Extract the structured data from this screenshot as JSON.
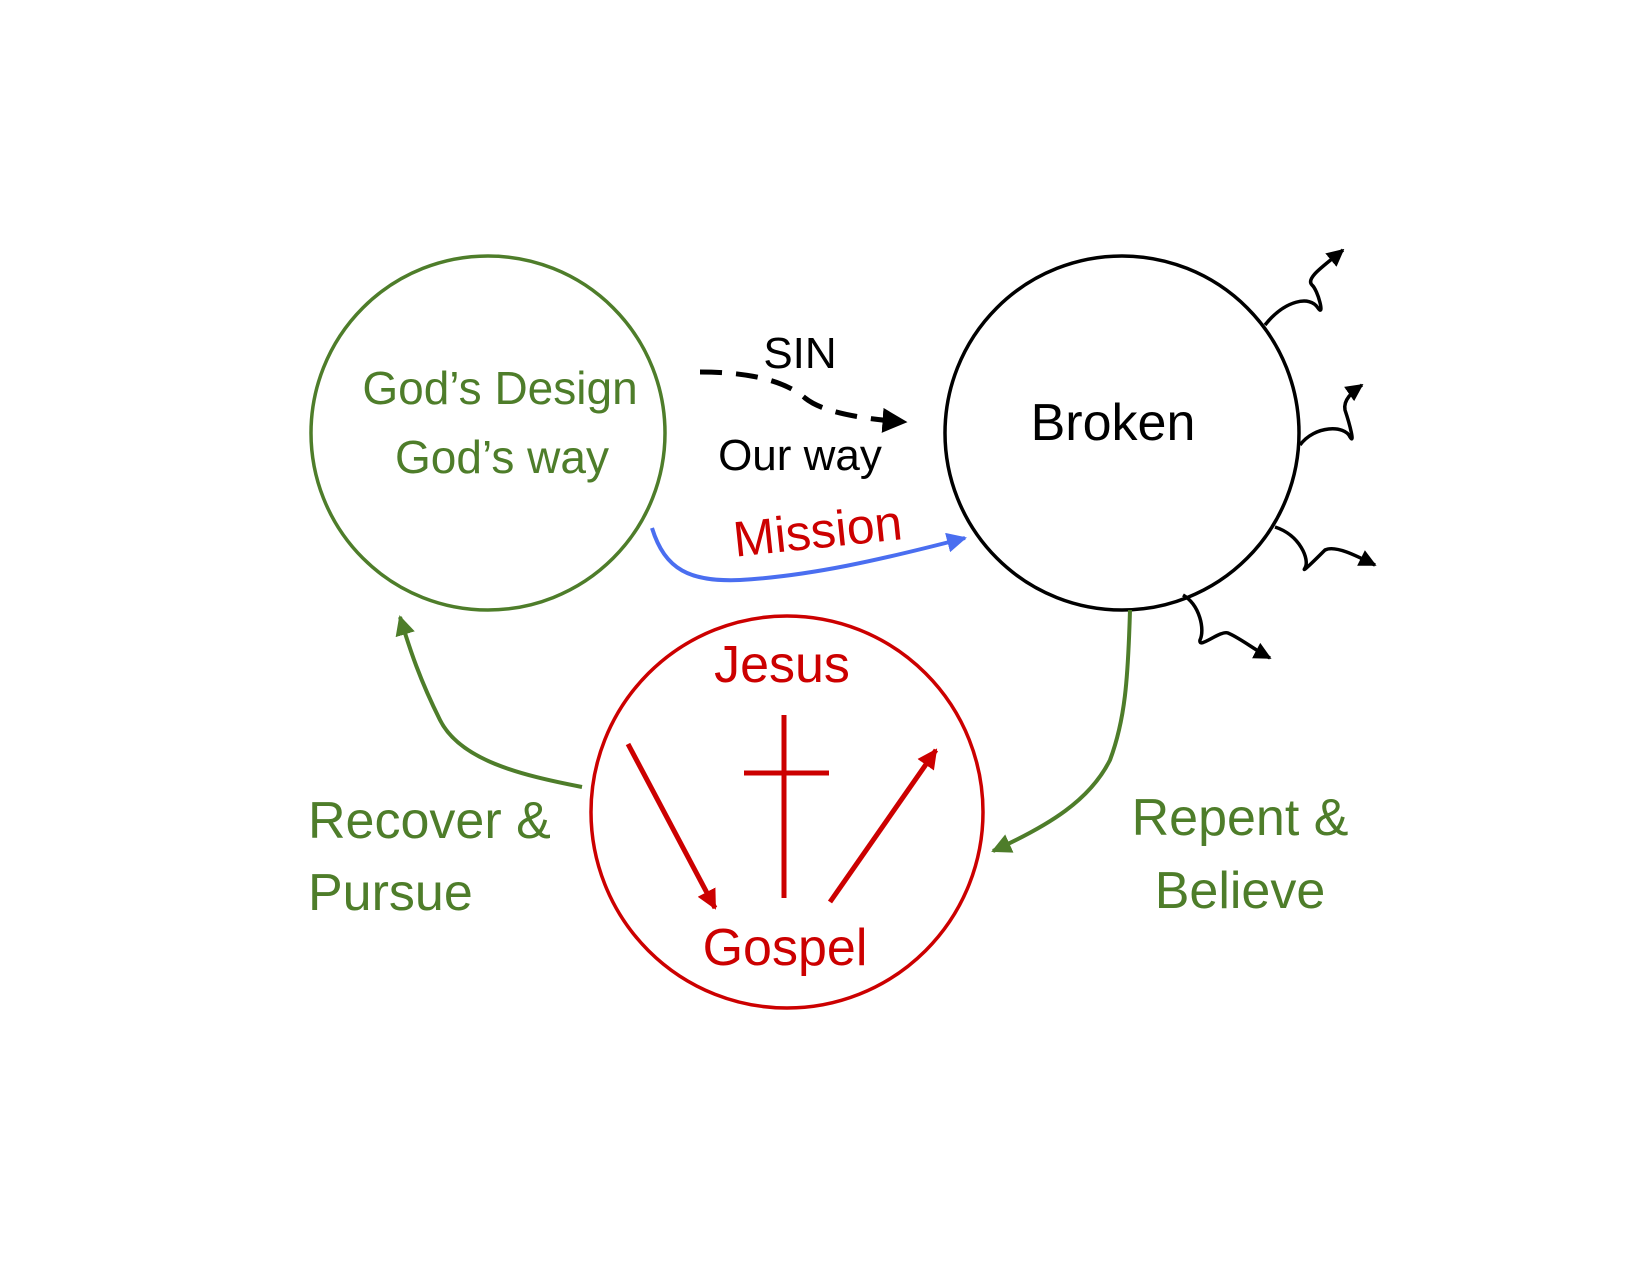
{
  "colors": {
    "green": "#4e7d2a",
    "black": "#000000",
    "red": "#cc0000",
    "blue": "#4a6ef0"
  },
  "nodes": {
    "design": {
      "line1": "God’s Design",
      "line2": "God’s way"
    },
    "broken": {
      "label": "Broken"
    },
    "gospel": {
      "top": "Jesus",
      "bottom": "Gospel"
    }
  },
  "edges": {
    "sin": {
      "label_top": "SIN",
      "label_bottom": "Our way"
    },
    "mission": {
      "label": "Mission"
    },
    "repent": {
      "line1": "Repent &",
      "line2": "Believe"
    },
    "recover": {
      "line1": "Recover &",
      "line2": "Pursue"
    }
  }
}
